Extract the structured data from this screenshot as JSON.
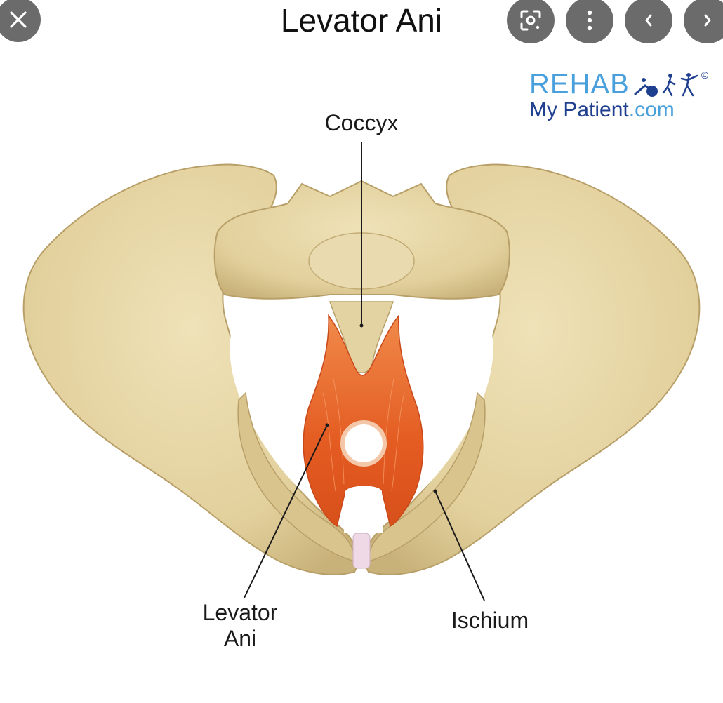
{
  "header": {
    "title": "Levator Ani"
  },
  "toolbar": {
    "close_icon": "close-icon",
    "lens_icon": "lens-icon",
    "more_icon": "more-vertical-icon",
    "prev_icon": "chevron-left-icon",
    "next_icon": "chevron-right-icon"
  },
  "brand": {
    "line1": "REHAB",
    "line2_main": "My Patient",
    "line2_suffix": ".com",
    "copyright": "©",
    "colors": {
      "light": "#4aa0dc",
      "dark": "#1f3f8f"
    }
  },
  "diagram": {
    "labels": {
      "coccyx": "Coccyx",
      "levator_line1": "Levator",
      "levator_line2": "Ani",
      "ischium": "Ischium"
    },
    "colors": {
      "bone": "#e6d6a8",
      "bone_shadow": "#c9b480",
      "muscle": "#e8642a",
      "leader_line": "#1a1a1a"
    }
  }
}
